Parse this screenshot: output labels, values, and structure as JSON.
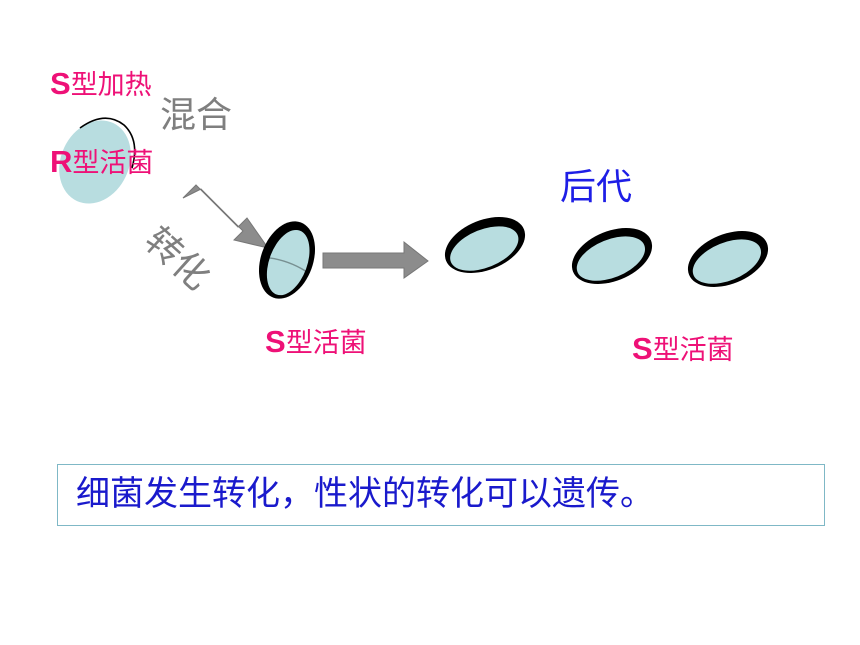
{
  "labels": {
    "s_heated_prefix": "S",
    "s_heated_rest": "型加热",
    "mix": "混合",
    "r_live_prefix": "R",
    "r_live_rest": "型活菌",
    "transform": "转化",
    "offspring": "后代",
    "s_live_1_prefix": "S",
    "s_live_1_rest": "型活菌",
    "s_live_2_prefix": "S",
    "s_live_2_rest": "型活菌"
  },
  "conclusion": "细菌发生转化，性状的转化可以遗传。",
  "colors": {
    "pink_label": "#ee1177",
    "gray_text": "#7f7f7f",
    "blue_text": "#1e1ee6",
    "bacterium_fill": "#b8dde0",
    "bacterium_outline": "#000000",
    "arrow_fill": "#8c8c8c",
    "box_border": "#7fb8c6"
  }
}
